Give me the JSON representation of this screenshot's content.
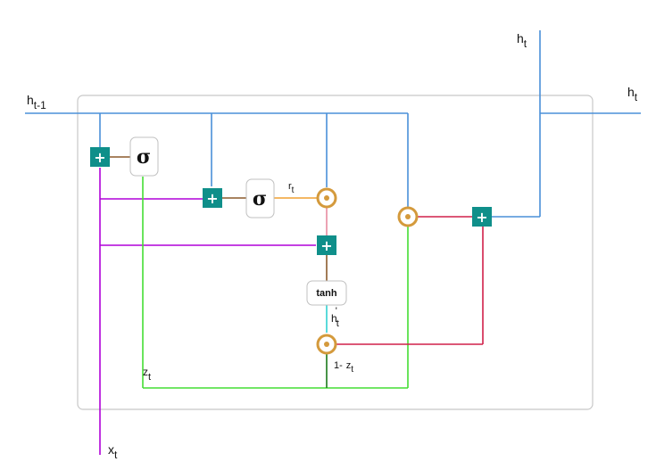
{
  "labels": {
    "h_prev": {
      "base": "h",
      "sub": "t-1"
    },
    "h_out_top": {
      "base": "h",
      "sub": "t"
    },
    "h_out_right": {
      "base": "h",
      "sub": "t"
    },
    "x_in": {
      "base": "x",
      "sub": "t"
    },
    "r": {
      "base": "r",
      "sub": "t"
    },
    "z": {
      "base": "z",
      "sub": "t"
    },
    "h_cand": {
      "base": "h",
      "sup": "'",
      "sub": "t"
    },
    "one_minus_z": {
      "prefix": "1-",
      "base": "z",
      "sub": "t"
    }
  },
  "ops": {
    "add_symbol": "+",
    "sigmoid_symbol": "σ",
    "tanh_label": "tanh"
  },
  "colors": {
    "hidden_line": "#4a90d9",
    "input_line": "#b000d8",
    "gate_z_line": "#44dd33",
    "gate_r_line": "#f0a030",
    "reset_product_line": "#e88aa0",
    "update_line": "#d0204a",
    "candidate_line": "#30d0d0",
    "tanh_line": "#8b5a2b",
    "sigma_link": "#8b5a2b",
    "dark_green_line": "#1a7a1a",
    "add_node": "#0f8f8a",
    "mult_node": "#d49a3c",
    "frame": "#c8c8c8"
  }
}
